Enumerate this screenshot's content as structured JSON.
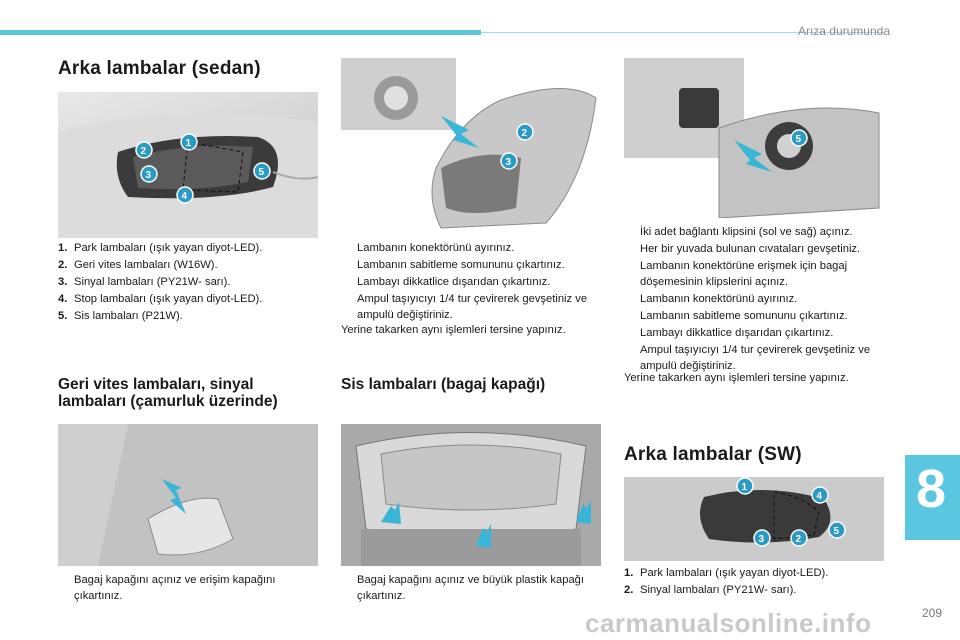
{
  "header": {
    "running_title": "Arıza durumunda"
  },
  "chapter": {
    "number": "8"
  },
  "page": {
    "number": "209"
  },
  "watermark": {
    "text": "carmanualsonline.info"
  },
  "sections": {
    "sedan_title": "Arka lambalar (sedan)",
    "sedan_items": [
      {
        "num": "1.",
        "text": "Park lambaları (ışık yayan diyot-LED)."
      },
      {
        "num": "2.",
        "text": "Geri vites lambaları (W16W)."
      },
      {
        "num": "3.",
        "text": "Sinyal lambaları (PY21W- sarı)."
      },
      {
        "num": "4.",
        "text": "Stop lambaları (ışık yayan diyot-LED)."
      },
      {
        "num": "5.",
        "text": "Sis lambaları (P21W)."
      }
    ],
    "reverse_title": "Geri vites lambaları, sinyal lambaları (çamurluk üzerinde)",
    "reverse_steps": [
      "Bagaj kapağını açınız ve erişim kapağını çıkartınız."
    ],
    "mid_steps": [
      "Lambanın konektörünü ayırınız.",
      "Lambanın sabitleme somununu çıkartınız.",
      "Lambayı dikkatlice dışarıdan çıkartınız.",
      "Ampul taşıyıcıyı 1/4 tur çevirerek gevşetiniz ve ampulü değiştiriniz."
    ],
    "mid_note": "Yerine takarken aynı işlemleri tersine yapınız.",
    "fog_title": "Sis lambaları (bagaj kapağı)",
    "fog_steps": [
      "Bagaj kapağını açınız ve büyük plastik kapağı çıkartınız."
    ],
    "right_steps": [
      "İki adet bağlantı klipsini (sol ve sağ) açınız.",
      "Her bir yuvada bulunan cıvataları gevşetiniz.",
      "Lambanın konektörüne erişmek için bagaj döşemesinin klipslerini açınız.",
      "Lambanın konektörünü ayırınız.",
      "Lambanın sabitleme somununu çıkartınız.",
      "Lambayı dikkatlice dışarıdan çıkartınız.",
      "Ampul taşıyıcıyı 1/4 tur çevirerek gevşetiniz ve ampulü değiştiriniz."
    ],
    "right_note": "Yerine takarken aynı işlemleri tersine yapınız.",
    "sw_title": "Arka lambalar (SW)",
    "sw_items": [
      {
        "num": "1.",
        "text": "Park lambaları (ışık yayan diyot-LED)."
      },
      {
        "num": "2.",
        "text": "Sinyal lambaları (PY21W- sarı)."
      }
    ]
  },
  "bullet_glyph": "",
  "callouts": {
    "sedan": [
      "1",
      "2",
      "3",
      "4",
      "5"
    ],
    "mid": [
      "2",
      "3"
    ],
    "right": [
      "5"
    ],
    "sw": [
      "1",
      "4",
      "5",
      "2",
      "3"
    ]
  },
  "colors": {
    "accent": "#5bc6e0",
    "callout": "#2a9bc4"
  }
}
